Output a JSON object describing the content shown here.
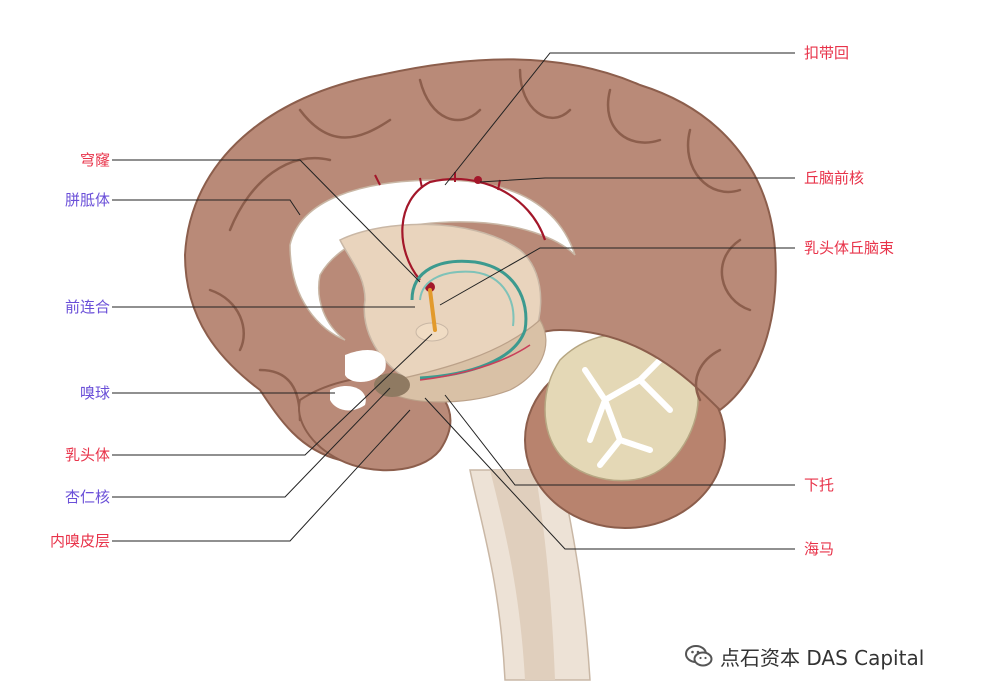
{
  "labels": {
    "cingulate": "扣带回",
    "fornix": "穹窿",
    "corpus_callosum": "胼胝体",
    "anterior_thalamic": "丘脑前核",
    "mammillothalamic": "乳头体丘脑束",
    "anterior_commissure": "前连合",
    "olfactory_bulb": "嗅球",
    "mammillary_body": "乳头体",
    "amygdala": "杏仁核",
    "entorhinal": "内嗅皮层",
    "subiculum": "下托",
    "hippocampus": "海马"
  },
  "watermark": "点石资本 DAS Capital",
  "colors": {
    "red_label": "#e8334a",
    "purple_label": "#6a4fd8",
    "cortex": "#b98a78",
    "white_matter": "#ffffff",
    "inner": "#e9d4bd",
    "circuit_red": "#a3172a",
    "circuit_teal": "#3c9a8f",
    "circuit_orange": "#e29a2c"
  }
}
